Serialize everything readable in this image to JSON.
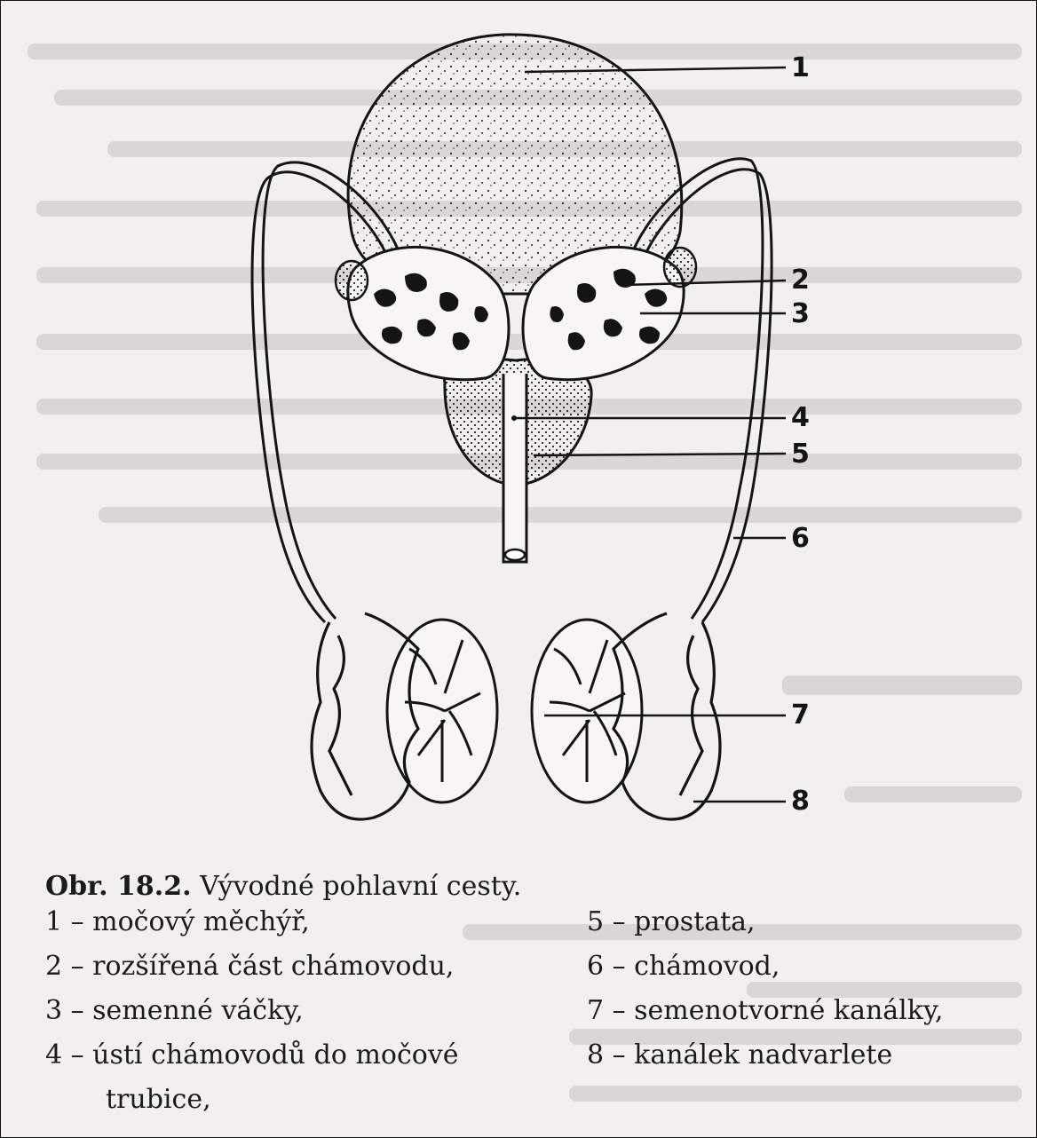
{
  "figure": {
    "callouts": [
      "1",
      "2",
      "3",
      "4",
      "5",
      "6",
      "7",
      "8"
    ]
  },
  "caption": {
    "label": "Obr. 18.2.",
    "title": " Vývodné pohlavní cesty.",
    "left_items": [
      "1 – močový měchýř,",
      "2 – rozšířená část chámovodu,",
      "3 – semenné váčky,",
      "4 – ústí chámovodů do močové",
      "trubice,"
    ],
    "right_items": [
      "5 – prostata,",
      "6 – chámovod,",
      "7 – semenotvorné kanálky,",
      "8 – kanálek nadvarlete"
    ]
  },
  "colors": {
    "ink": "#141414",
    "paper": "#f2f0ee"
  }
}
